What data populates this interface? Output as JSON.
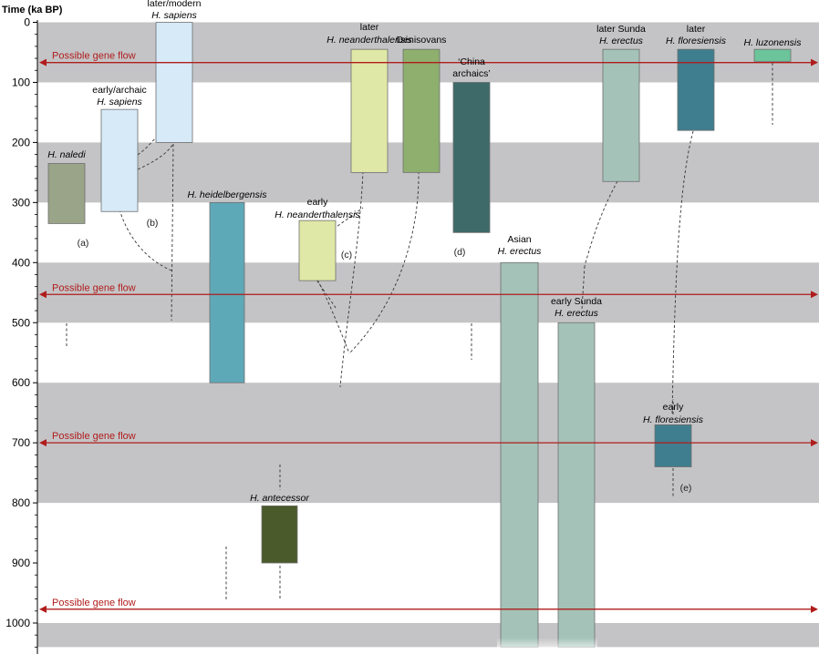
{
  "chart_data": {
    "type": "range-bar",
    "ylabel": "Time (ka BP)",
    "yticks": [
      0,
      100,
      200,
      300,
      400,
      500,
      600,
      700,
      800,
      900,
      1000
    ],
    "ylim": [
      0,
      1040
    ],
    "bands": [
      [
        0,
        100
      ],
      [
        200,
        300
      ],
      [
        400,
        500
      ],
      [
        600,
        800
      ],
      [
        1000,
        1040
      ]
    ],
    "colors": {
      "band": "#c4c4c6",
      "flow": "#b01c1c",
      "box_outline": "#6f6f6f",
      "dash": "#333333"
    },
    "taxa": [
      {
        "id": "naledi",
        "line1": "",
        "line2": "H. naledi",
        "start": 235,
        "end": 335,
        "color": "#9aa488",
        "note": "(a)"
      },
      {
        "id": "archaic-sapiens",
        "line1": "early/archaic",
        "line2": "H. sapiens",
        "start": 145,
        "end": 315,
        "color": "#d6eaf8",
        "note": "(b)"
      },
      {
        "id": "modern-sapiens",
        "line1": "later/modern",
        "line2": "H. sapiens",
        "start": 0,
        "end": 200,
        "color": "#d6eaf8",
        "note": ""
      },
      {
        "id": "heidelbergensis",
        "line1": "",
        "line2": "H. heidelbergensis",
        "start": 300,
        "end": 600,
        "color": "#5ea9b8",
        "note": ""
      },
      {
        "id": "antecessor",
        "line1": "",
        "line2": "H. antecessor",
        "start": 805,
        "end": 900,
        "color": "#4a5a2a",
        "note": ""
      },
      {
        "id": "early-neanderthalensis",
        "line1": "early",
        "line2": "H. neanderthalensis",
        "start": 330,
        "end": 430,
        "color": "#dfe8a6",
        "note": "(c)"
      },
      {
        "id": "later-neanderthalensis",
        "line1": "later",
        "line2": "H. neanderthalensis",
        "start": 45,
        "end": 250,
        "color": "#dfe8a6",
        "note": ""
      },
      {
        "id": "denisovans",
        "line1": "",
        "line2": "Denisovans",
        "start": 45,
        "end": 250,
        "color": "#8eaf6e",
        "note": ""
      },
      {
        "id": "china-archaics",
        "line1": "‘China",
        "line2": "archaics’",
        "start": 100,
        "end": 350,
        "color": "#3e6a6a",
        "note": "(d)"
      },
      {
        "id": "asian-erectus",
        "line1": "Asian",
        "line2": "H. erectus",
        "start": 400,
        "end": 1040,
        "color": "#a4c2b8",
        "note": ""
      },
      {
        "id": "early-sunda-erectus",
        "line1": "early Sunda",
        "line2": "H. erectus",
        "start": 500,
        "end": 1040,
        "color": "#a4c2b8",
        "note": ""
      },
      {
        "id": "later-sunda-erectus",
        "line1": "later Sunda",
        "line2": "H. erectus",
        "start": 45,
        "end": 265,
        "color": "#a4c2b8",
        "note": ""
      },
      {
        "id": "later-floresiensis",
        "line1": "later",
        "line2": "H. floresiensis",
        "start": 45,
        "end": 180,
        "color": "#3f7e8e",
        "note": ""
      },
      {
        "id": "early-floresiensis",
        "line1": "early",
        "line2": "H. floresiensis",
        "start": 670,
        "end": 740,
        "color": "#3f7e8e",
        "note": "(e)"
      },
      {
        "id": "luzonensis",
        "line1": "",
        "line2": "H. luzonensis",
        "start": 45,
        "end": 65,
        "color": "#6cc49a",
        "note": ""
      }
    ],
    "gene_flow": [
      {
        "label": "Possible gene flow",
        "time": 67
      },
      {
        "label": "Possible gene flow",
        "time": 453
      },
      {
        "label": "Possible gene flow",
        "time": 700
      },
      {
        "label": "Possible gene flow",
        "time": 977
      }
    ]
  }
}
